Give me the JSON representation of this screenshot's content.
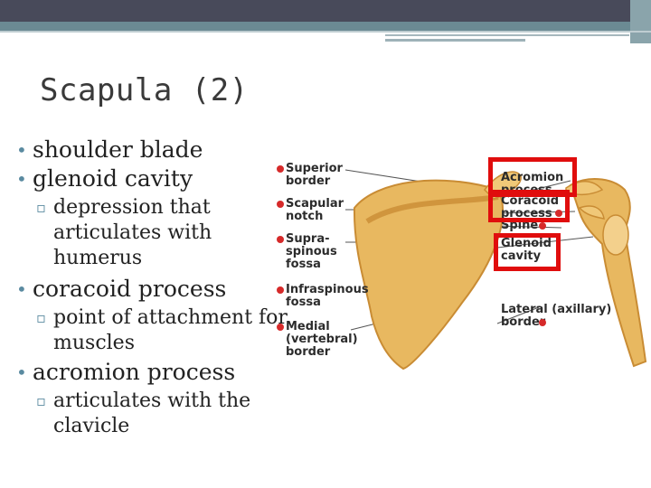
{
  "slide": {
    "title": "Scapula (2)",
    "bullets": [
      {
        "text": "shoulder blade"
      },
      {
        "text": "glenoid cavity",
        "sub": [
          "depression that articulates with humerus"
        ]
      },
      {
        "text": "coracoid process",
        "sub": [
          "point of attachment for muscles"
        ]
      },
      {
        "text": "acromion process",
        "sub": [
          "articulates with the clavicle"
        ]
      }
    ]
  },
  "figure": {
    "left_labels": [
      "Superior border",
      "Scapular notch",
      "Supra-spinous fossa",
      "Infraspinous fossa",
      "Medial (vertebral) border"
    ],
    "right_labels": [
      "Acromion process",
      "Coracoid process",
      "Spine",
      "Glenoid cavity",
      "Lateral (axillary) border"
    ],
    "colors": {
      "bone": "#e8b860",
      "bone_shadow": "#c98c34",
      "highlight_box": "#e00d0d",
      "label_dot": "#d62a2a"
    }
  }
}
